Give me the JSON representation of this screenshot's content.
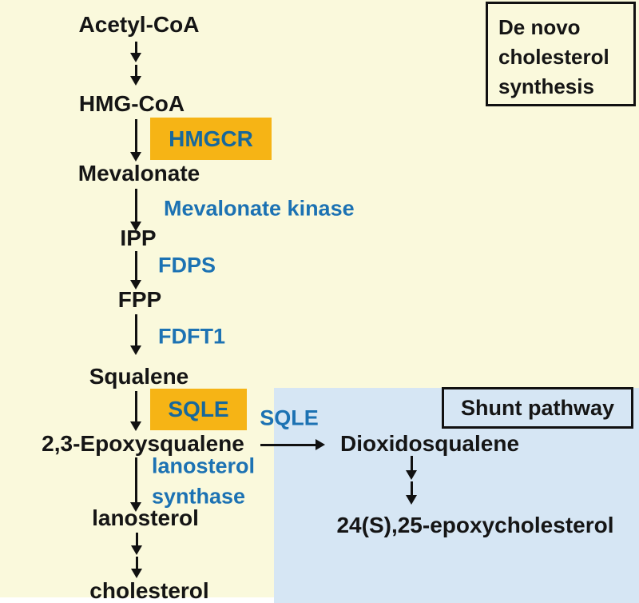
{
  "colors": {
    "background": "#FAF9DC",
    "shunt_bg": "#D6E6F4",
    "enzyme_highlight": "#F6B415",
    "enzyme_text": "#1C72B3",
    "enzyme_box_text": "#17689B",
    "text": "#151515"
  },
  "boxes": {
    "de_novo": {
      "lines": [
        "De novo",
        "cholesterol",
        "synthesis"
      ]
    },
    "shunt": {
      "label": "Shunt pathway"
    }
  },
  "main_pathway": {
    "metabolites": {
      "acetyl_coa": "Acetyl-CoA",
      "hmg_coa": "HMG-CoA",
      "mevalonate": "Mevalonate",
      "ipp": "IPP",
      "fpp": "FPP",
      "squalene": "Squalene",
      "epoxysqualene": "2,3-Epoxysqualene",
      "lanosterol": "lanosterol",
      "cholesterol": "cholesterol"
    },
    "enzymes": {
      "hmgcr": "HMGCR",
      "mevalonate_kinase": "Mevalonate kinase",
      "fdps": "FDPS",
      "fdft1": "FDFT1",
      "sqle": "SQLE",
      "lanosterol_synthase_line1": "lanosterol",
      "lanosterol_synthase_line2": "synthase"
    }
  },
  "shunt_pathway": {
    "enzyme": "SQLE",
    "metabolites": {
      "dioxidosqualene": "Dioxidosqualene",
      "epoxycholesterol": "24(S),25-epoxycholesterol"
    }
  }
}
